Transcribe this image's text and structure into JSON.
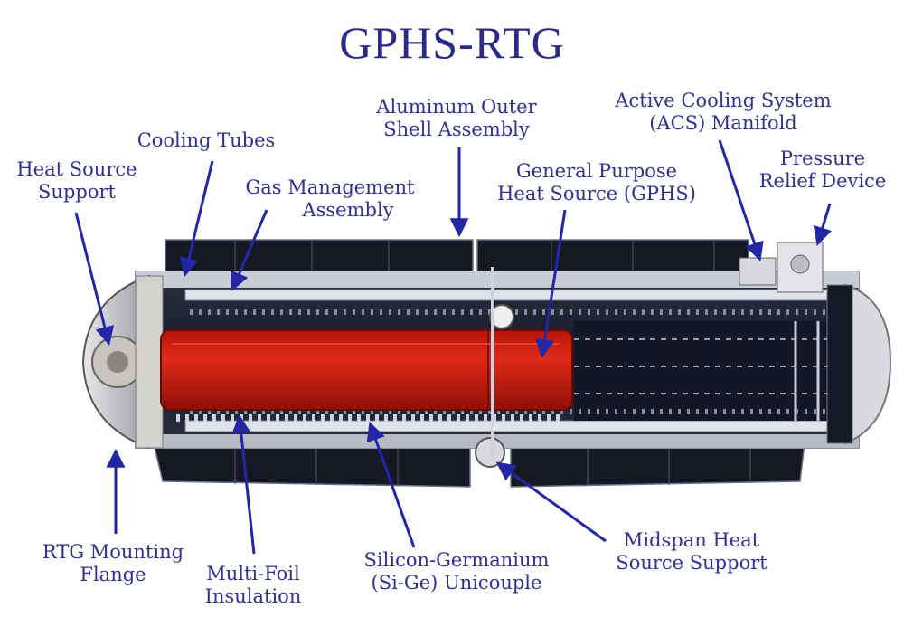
{
  "title": "GPHS-RTG",
  "labels": {
    "heat_source_support": [
      "Heat Source",
      "Support"
    ],
    "cooling_tubes": [
      "Cooling Tubes"
    ],
    "gas_management": [
      "Gas Management",
      "Assembly"
    ],
    "aluminum_outer_shell": [
      "Aluminum Outer",
      "Shell Assembly"
    ],
    "gphs": [
      "General Purpose",
      "Heat Source (GPHS)"
    ],
    "acs_manifold": [
      "Active Cooling System",
      "(ACS) Manifold"
    ],
    "pressure_relief": [
      "Pressure",
      "Relief Device"
    ],
    "mounting_flange": [
      "RTG Mounting",
      "Flange"
    ],
    "multi_foil": [
      "Multi-Foil",
      "Insulation"
    ],
    "unicouple": [
      "Silicon-Germanium",
      "(Si-Ge) Unicouple"
    ],
    "midspan_support": [
      "Midspan Heat",
      "Source Support"
    ]
  },
  "colors": {
    "label_text": "#2e3192",
    "arrow": "#2326a6",
    "heat_source": "#d81c10",
    "fins": "#1b1e2a"
  }
}
